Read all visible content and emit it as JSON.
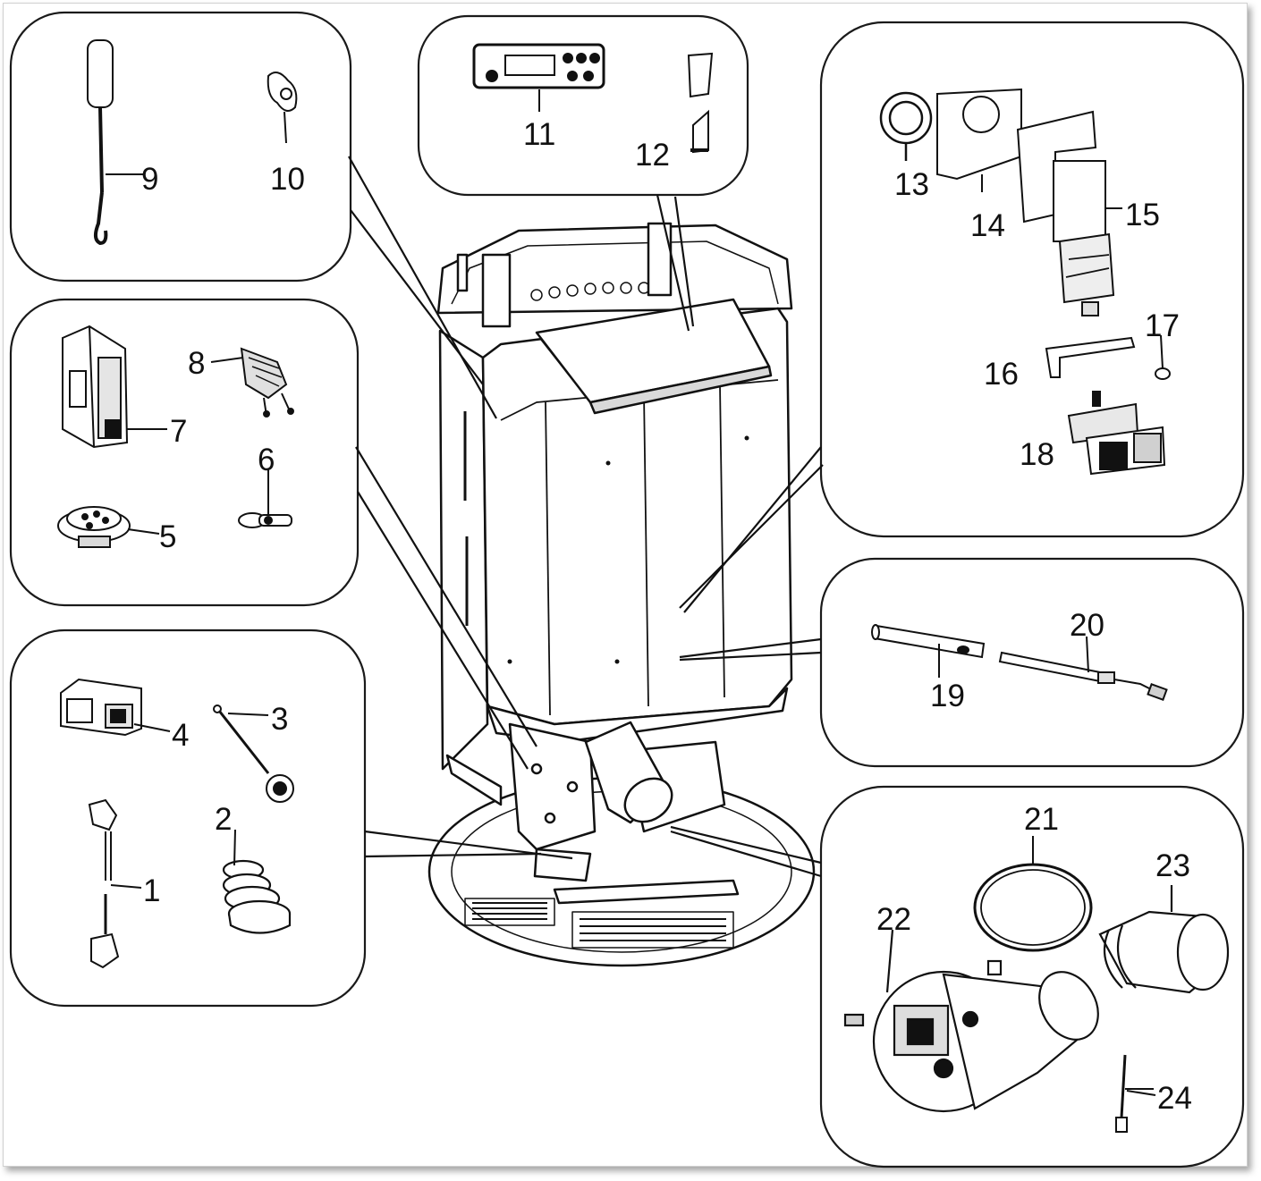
{
  "labels": {
    "n1": "1",
    "n2": "2",
    "n3": "3",
    "n4": "4",
    "n5": "5",
    "n6": "6",
    "n7": "7",
    "n8": "8",
    "n9": "9",
    "n10": "10",
    "n11": "11",
    "n12": "12",
    "n13": "13",
    "n14": "14",
    "n15": "15",
    "n16": "16",
    "n17": "17",
    "n18": "18",
    "n19": "19",
    "n20": "20",
    "n21": "21",
    "n22": "22",
    "n23": "23",
    "n24": "24"
  },
  "colors": {
    "line": "#111111",
    "panel_border": "#1a1a1a",
    "fill_light": "#ffffff",
    "shade": "#d9d9d9"
  }
}
